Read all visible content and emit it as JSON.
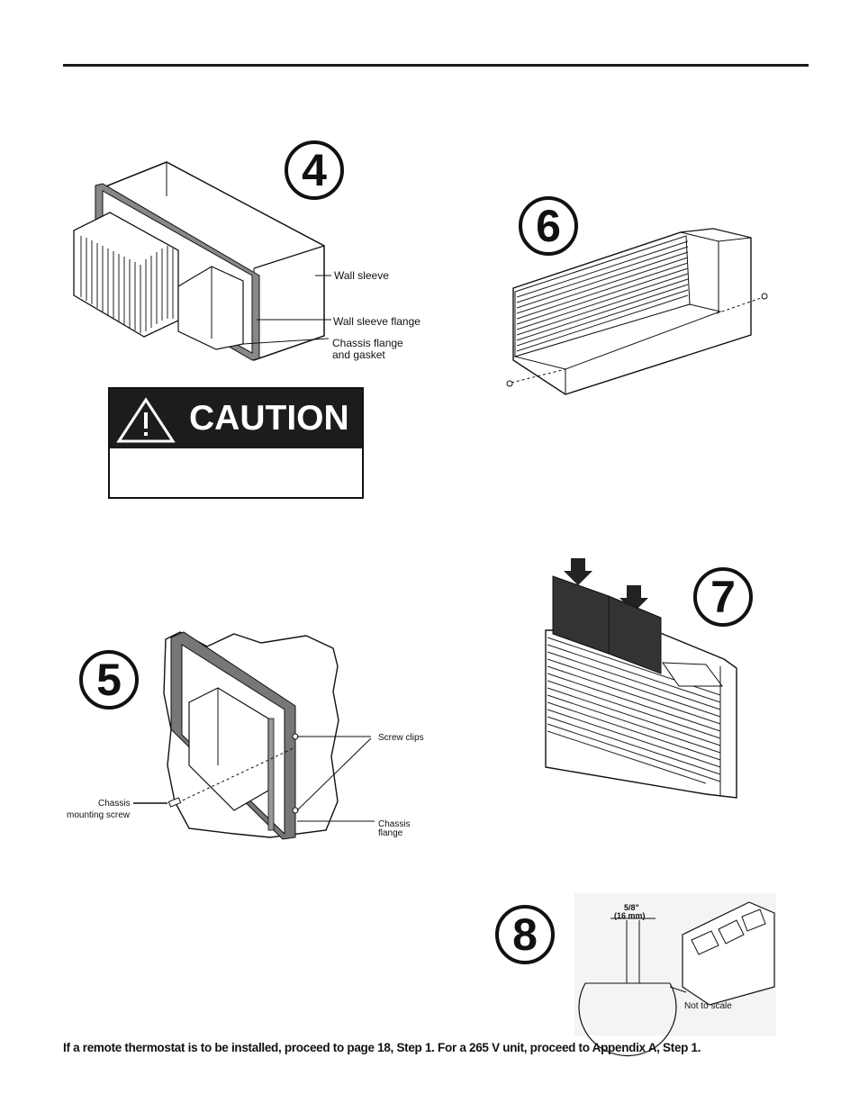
{
  "steps": {
    "step4": {
      "number": "4",
      "labels": {
        "wall_sleeve": "Wall sleeve",
        "wall_sleeve_flange": "Wall sleeve flange",
        "chassis_flange_line1": "Chassis flange",
        "chassis_flange_line2": "and gasket"
      }
    },
    "step5": {
      "number": "5",
      "labels": {
        "screw_clips": "Screw clips",
        "chassis_mounting_screw_line1": "Chassis",
        "chassis_mounting_screw_line2": "mounting screw",
        "chassis_flange_line1": "Chassis",
        "chassis_flange_line2": "flange"
      }
    },
    "step6": {
      "number": "6"
    },
    "step7": {
      "number": "7"
    },
    "step8": {
      "number": "8",
      "labels": {
        "dimension_line1": "5/8\"",
        "dimension_line2": "(16 mm)",
        "scale_note": "Not to scale"
      }
    }
  },
  "caution": {
    "title": "CAUTION",
    "icon": "warning-triangle-icon"
  },
  "footer": {
    "note": "If a remote thermostat is to be installed, proceed to page 18, Step 1.  For a 265 V unit, proceed to Appendix A, Step 1."
  }
}
